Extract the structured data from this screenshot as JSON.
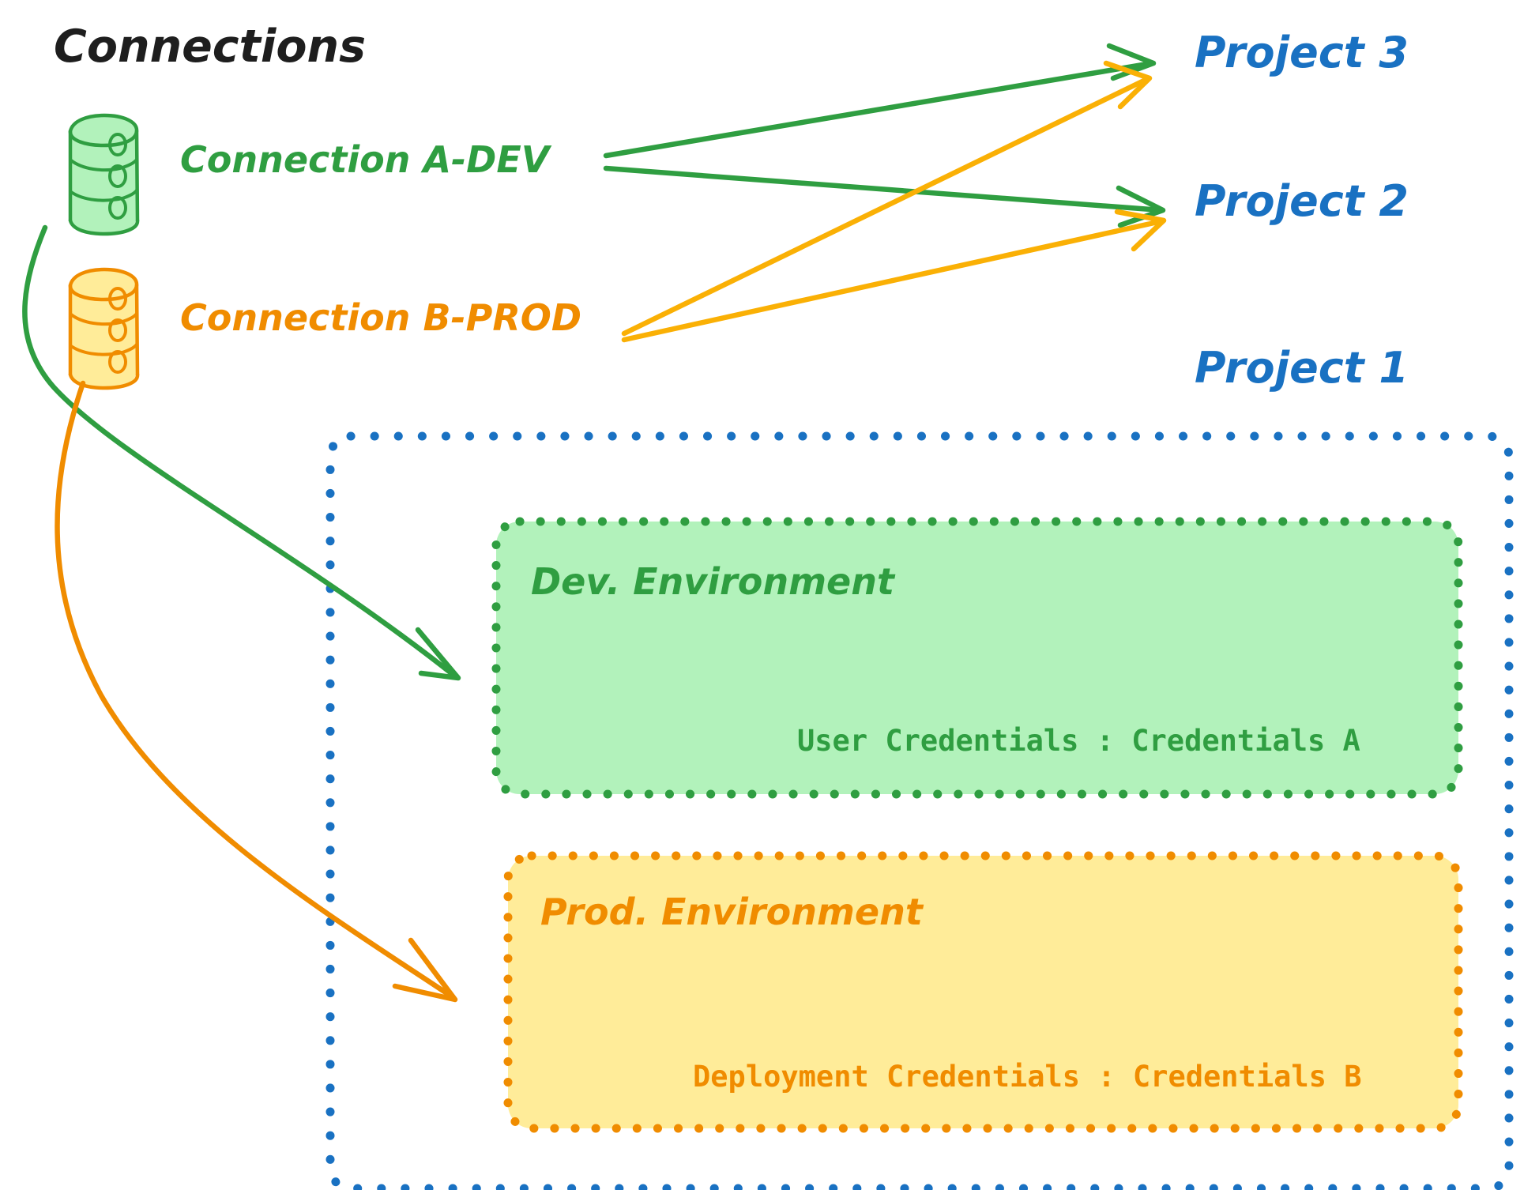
{
  "diagram": {
    "title": "Connections",
    "title_color": "#1e1e1e",
    "background": "#ffffff"
  },
  "colors": {
    "green_stroke": "#2f9e41",
    "green_fill": "#b2f2bb",
    "orange_stroke": "#f08c00",
    "orange_fill": "#ffec99",
    "blue_stroke": "#1971c2",
    "black": "#1e1e1e"
  },
  "connections": [
    {
      "id": "connection-a-dev",
      "label": "Connection A-DEV",
      "color": "#2f9e41",
      "icon": "database-cylinder-icon",
      "targets": [
        "Project 3",
        "Project 2",
        "Dev. Environment"
      ]
    },
    {
      "id": "connection-b-prod",
      "label": "Connection B-PROD",
      "color": "#f08c00",
      "icon": "database-cylinder-icon",
      "targets": [
        "Project 3",
        "Project 2",
        "Prod. Environment"
      ]
    }
  ],
  "projects": [
    {
      "id": "project-3",
      "label": "Project 3",
      "color": "#1971c2"
    },
    {
      "id": "project-2",
      "label": "Project 2",
      "color": "#1971c2"
    },
    {
      "id": "project-1",
      "label": "Project 1",
      "color": "#1971c2"
    }
  ],
  "project_1_container": {
    "label": "Project 1",
    "border_color": "#1971c2",
    "border_style": "dotted",
    "environments": [
      {
        "id": "dev-environment",
        "title": "Dev. Environment",
        "credentials_label": "User Credentials",
        "credentials_separator": ":",
        "credentials_value": "Credentials A",
        "credentials_line": "User Credentials : Credentials A",
        "fill": "#b2f2bb",
        "border_color": "#2f9e41"
      },
      {
        "id": "prod-environment",
        "title": "Prod. Environment",
        "credentials_label": "Deployment Credentials",
        "credentials_separator": ":",
        "credentials_value": "Credentials B",
        "credentials_line": "Deployment Credentials : Credentials B",
        "fill": "#ffec99",
        "border_color": "#f08c00"
      }
    ]
  }
}
